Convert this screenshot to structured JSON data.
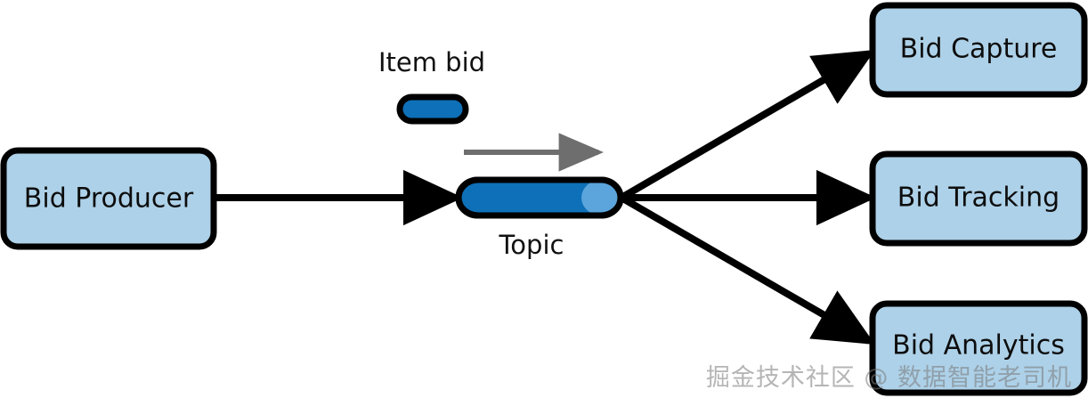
{
  "diagram": {
    "type": "publish-subscribe-topic-flow",
    "background_color": "#ffffff",
    "stroke_color": "#000000",
    "box_fill_color": "#ADD1E8",
    "topic_fill_color": "#0E70B8",
    "topic_end_fill_color": "#5BA5DC",
    "message_fill_color": "#0E70B8",
    "gray_arrow_color": "#6E6E6E"
  },
  "producer": {
    "label": "Bid Producer"
  },
  "message": {
    "label": "Item bid"
  },
  "topic": {
    "label": "Topic"
  },
  "consumers": [
    {
      "label": "Bid Capture"
    },
    {
      "label": "Bid Tracking"
    },
    {
      "label": "Bid Analytics"
    }
  ],
  "watermark": {
    "text": "掘金技术社区 @ 数据智能老司机"
  }
}
